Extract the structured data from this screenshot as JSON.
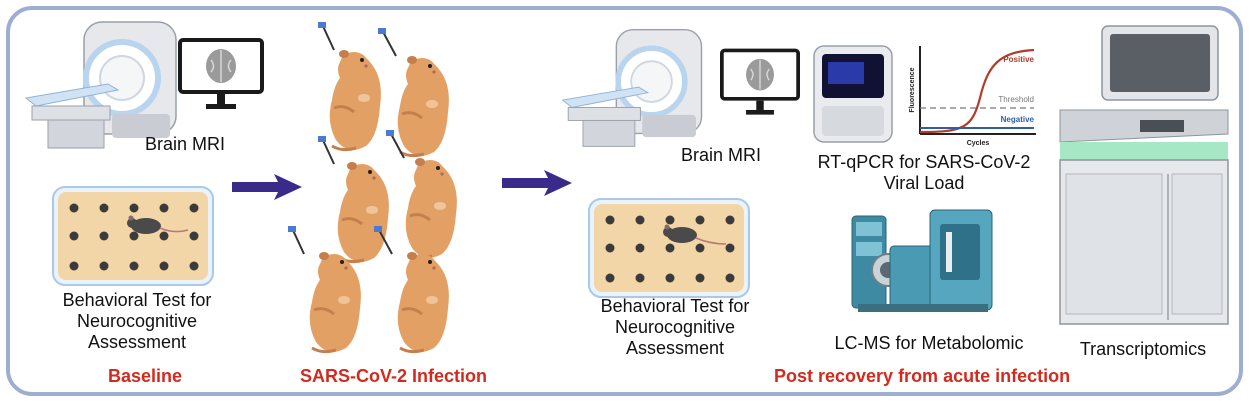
{
  "panels": {
    "baseline": {
      "mri_label": "Brain MRI",
      "behavior_lines": [
        "Behavioral Test for",
        "Neurocognitive",
        "Assessment"
      ],
      "stage_label": "Baseline"
    },
    "infection": {
      "stage_label": "SARS-CoV-2 Infection"
    },
    "post": {
      "mri_label": "Brain MRI",
      "behavior_lines": [
        "Behavioral Test for",
        "Neurocognitive",
        "Assessment"
      ],
      "qpcr_lines": [
        "RT-qPCR for SARS-CoV-2",
        "Viral Load"
      ],
      "lcms_label": "LC-MS for Metabolomic",
      "transcriptomics_label": "Transcriptomics",
      "stage_label": "Post recovery from acute infection"
    }
  },
  "qpcr_chart": {
    "xlabel": "Cycles",
    "ylabel": "Fluorescence",
    "positive_label": "Positive",
    "threshold_label": "Threshold",
    "negative_label": "Negative"
  },
  "colors": {
    "frame": "#9eaed0",
    "stage_label": "#d42a1e",
    "arrow": "#3a2a8a",
    "hamster": "#e3a064",
    "positive_curve": "#b23b2a",
    "negative_line": "#2d5fa8",
    "lcms_body": "#4a9ab3",
    "arena": "#f2d6a8"
  }
}
